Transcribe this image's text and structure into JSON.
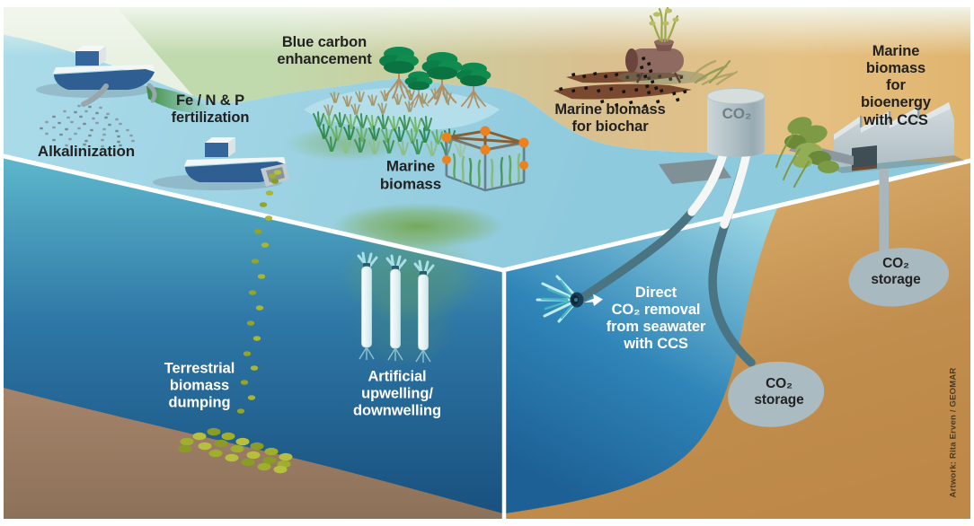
{
  "figure": {
    "subject": "Ocean-based carbon dioxide removal methods",
    "credit": "Artwork: Rita Erven / GEOMAR"
  },
  "labels": {
    "alkalinization": "Alkalinization",
    "fertilization": "Fe / N & P\nfertilization",
    "blue_carbon": "Blue carbon\nenhancement",
    "marine_biomass": "Marine\nbiomass",
    "biochar": "Marine biomass\nfor biochar",
    "co2_cylinder": "CO₂",
    "bioenergy": "Marine biomass\nfor bioenergy\nwith CCS",
    "co2_storage_upper": "CO₂\nstorage",
    "direct_removal": "Direct\nCO₂ removal\nfrom seawater\nwith CCS",
    "co2_storage_lower": "CO₂\nstorage",
    "terrestrial_dumping": "Terrestrial\nbiomass\ndumping",
    "artificial_upwelling": "Artificial\nupwelling/\ndownwelling"
  },
  "colors": {
    "ocean_surface": "#a6d7e6",
    "deep_water": "#17507e",
    "land_tan": "#e2bd7e",
    "sediment": "#cb9752",
    "co2_gray": "#a8b9c0",
    "biomass_green": "#9fae2c",
    "float_orange": "#ea831f",
    "pipe_dark": "#4a7482",
    "label_dark": "#222222",
    "label_light": "#ffffff"
  }
}
